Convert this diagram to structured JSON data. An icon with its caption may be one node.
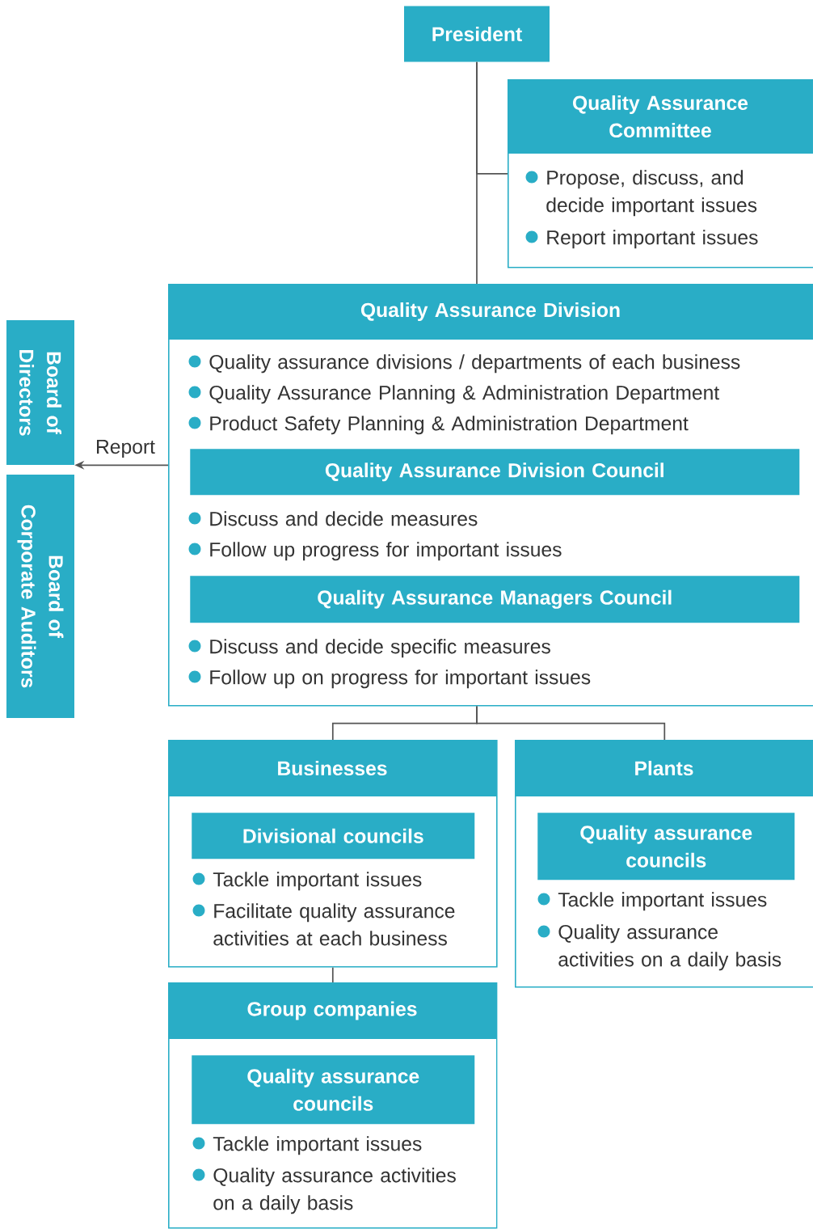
{
  "diagram": {
    "nodes": [
      {
        "text": [
          "President"
        ]
      },
      {
        "text": [
          "Quality Assurance Committee",
          "Propose, discuss, and decide important issues",
          "Report important issues"
        ]
      },
      {
        "text": [
          "Quality Assurance Division",
          "Quality assurance divisions / departments of each business",
          "Quality Assurance Planning & Administration Department",
          "Product Safety Planning & Administration Department"
        ]
      },
      {
        "text": [
          "Quality Assurance Division Council"
        ],
        "in": 2,
        "beside": [
          "Discuss and decide measures",
          "Follow up progress for important issues"
        ]
      },
      {
        "text": [
          "Quality Assurance Managers Council"
        ],
        "in": 2,
        "beside": [
          "Discuss and decide specific measures",
          "Follow up on progress for important issues"
        ]
      },
      {
        "text": [
          "Board of Directors"
        ]
      },
      {
        "text": [
          "Board of Corporate Auditors"
        ]
      },
      {
        "text": [
          "Businesses"
        ]
      },
      {
        "text": [
          "Divisional councils"
        ],
        "in": 7,
        "beside": [
          "Tackle important issues",
          "Facilitate quality assurance activities at each business"
        ]
      },
      {
        "text": [
          "Plants"
        ]
      },
      {
        "text": [
          "Quality assurance councils"
        ],
        "in": 9,
        "beside": [
          "Tackle important issues",
          "Quality assurance activities on a daily basis"
        ]
      },
      {
        "text": [
          "Group companies"
        ]
      },
      {
        "text": [
          "Quality assurance councils"
        ],
        "in": 11,
        "beside": [
          "Tackle important issues",
          "Quality assurance activities on a daily basis"
        ]
      }
    ],
    "edges": [
      {
        "from": 0,
        "to": 2,
        "arrow": "none"
      },
      {
        "from": 0,
        "to": 1,
        "arrow": "none"
      },
      {
        "from": 2,
        "to": 5,
        "arrow": "to",
        "label": "Report"
      },
      {
        "from": 2,
        "to": 7,
        "arrow": "none"
      },
      {
        "from": 2,
        "to": 9,
        "arrow": "none"
      },
      {
        "from": 7,
        "to": 11,
        "arrow": "none"
      }
    ]
  }
}
